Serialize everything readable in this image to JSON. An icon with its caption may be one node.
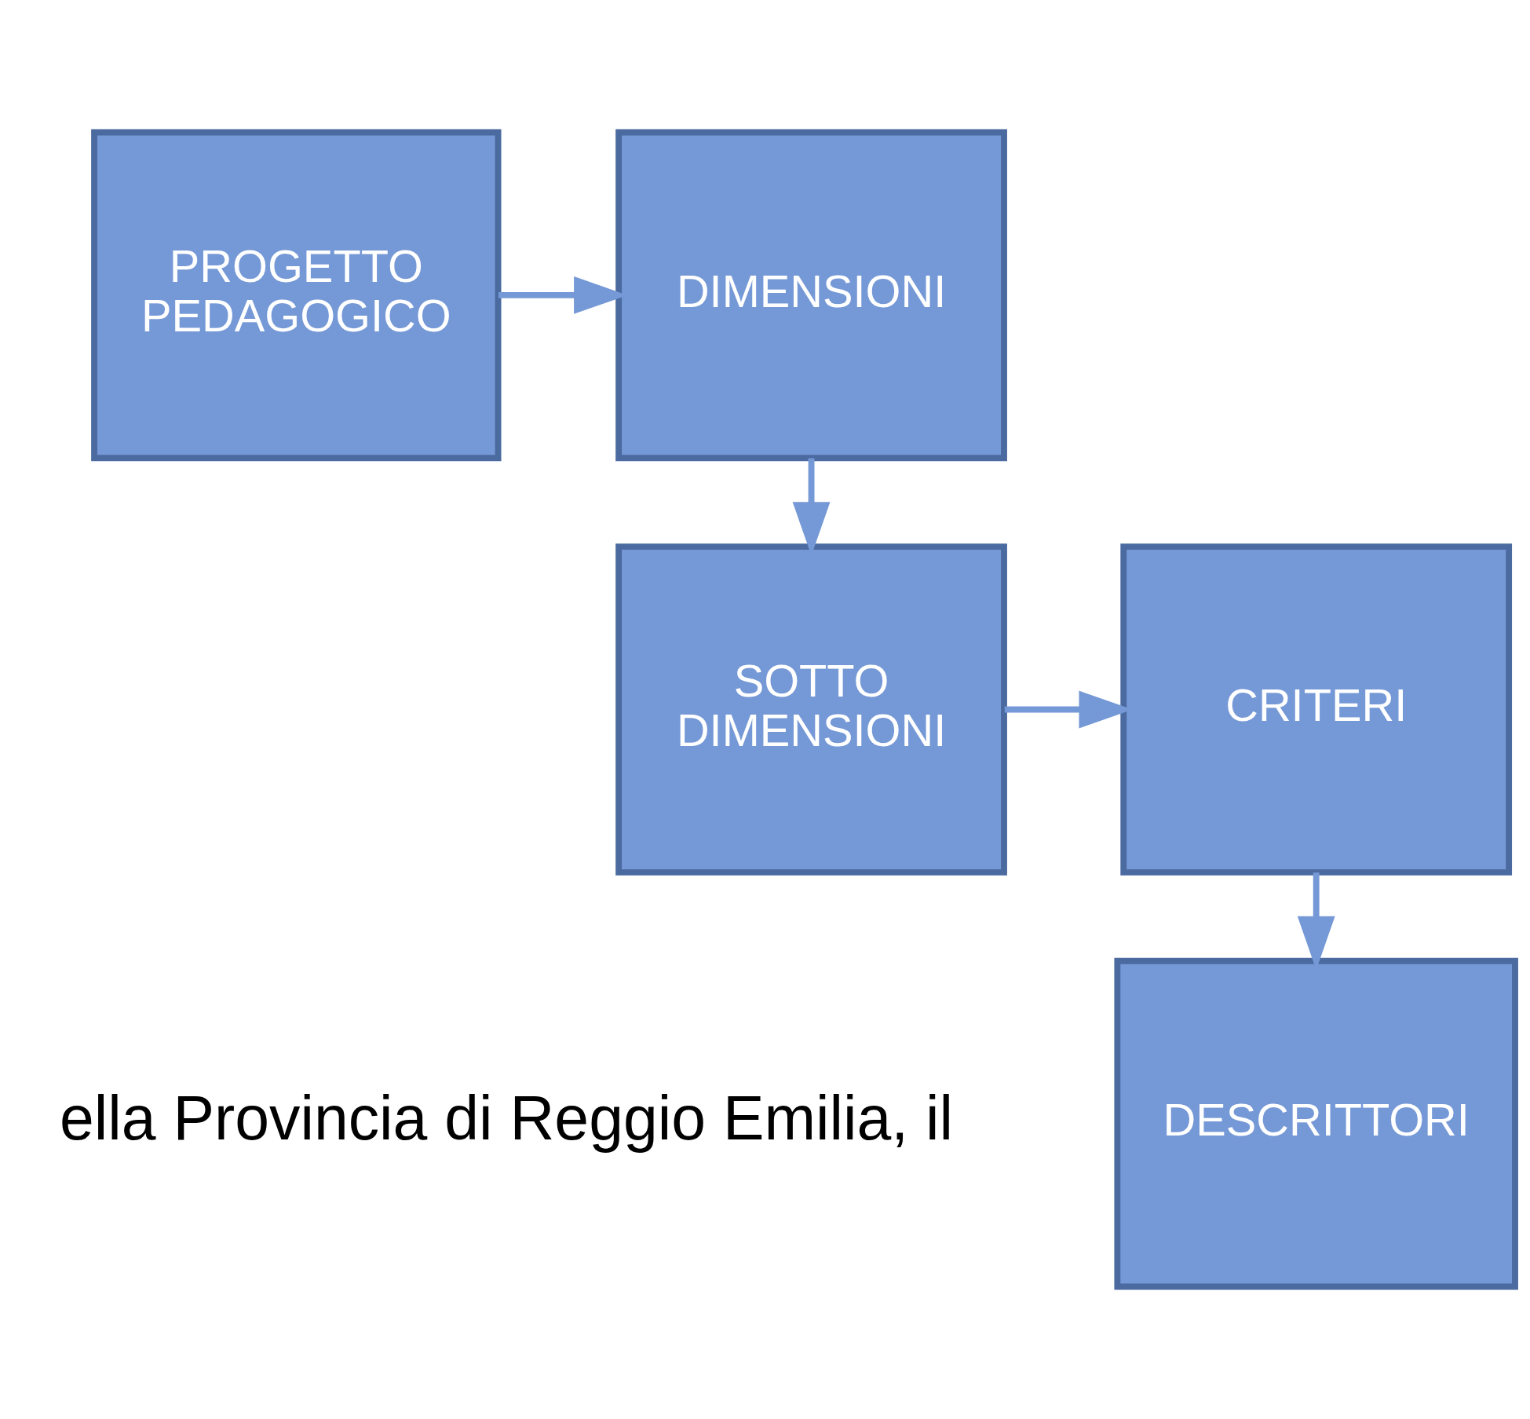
{
  "diagram": {
    "nodes": [
      {
        "text": [
          "PROGETTO PEDAGOGICO"
        ]
      },
      {
        "text": [
          "DIMENSIONI"
        ]
      },
      {
        "text": [
          "SOTTO DIMENSIONI"
        ]
      },
      {
        "text": [
          "CRITERI"
        ]
      },
      {
        "text": [
          "DESCRITTORI"
        ]
      }
    ],
    "edges": [
      {
        "from": 0,
        "to": 1,
        "arrow": "to"
      },
      {
        "from": 1,
        "to": 2,
        "arrow": "to"
      },
      {
        "from": 2,
        "to": 3,
        "arrow": "to"
      },
      {
        "from": 3,
        "to": 4,
        "arrow": "to"
      }
    ],
    "labels": [
      "ella Provincia di Reggio Emilia, il"
    ]
  }
}
